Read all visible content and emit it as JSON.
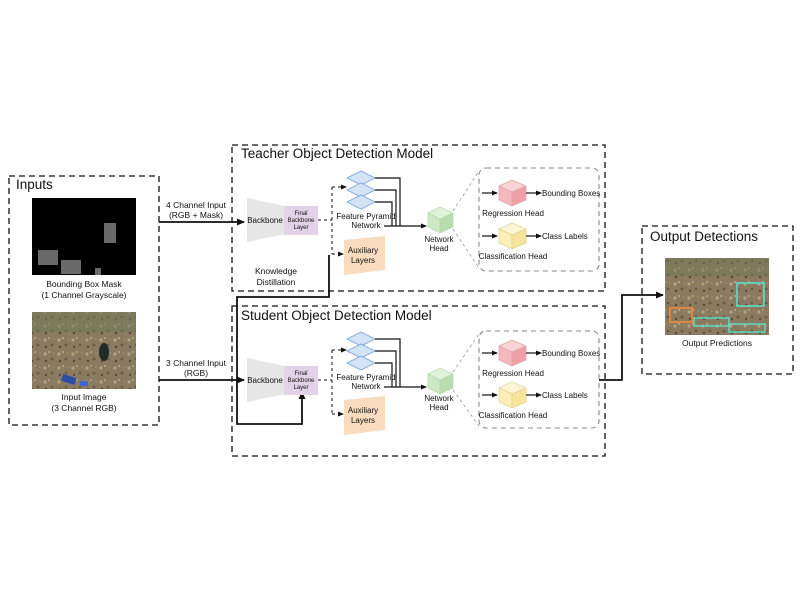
{
  "inputs": {
    "title": "Inputs",
    "mask_label_1": "Bounding Box Mask",
    "mask_label_2": "(1 Channel Grayscale)",
    "image_label_1": "Input Image",
    "image_label_2": "(3 Channel RGB)"
  },
  "teacher": {
    "title": "Teacher Object Detection Model",
    "input_label_1": "4 Channel Input",
    "input_label_2": "(RGB + Mask)",
    "backbone": "Backbone",
    "final_layer": [
      "Final",
      "Backbone",
      "Layer"
    ],
    "fpn": [
      "Feature Pyramid",
      "Network"
    ],
    "aux": [
      "Auxiliary",
      "Layers"
    ],
    "head": [
      "Network",
      "Head"
    ],
    "regression_head": "Regression Head",
    "classification_head": "Classification Head",
    "bounding_boxes": "Bounding Boxes",
    "class_labels": "Class Labels"
  },
  "distillation": [
    "Knowledge",
    "Distillation"
  ],
  "student": {
    "title": "Student Object Detection Model",
    "input_label_1": "3 Channel Input",
    "input_label_2": "(RGB)",
    "backbone": "Backbone",
    "final_layer": [
      "Final",
      "Backbone",
      "Layer"
    ],
    "fpn": [
      "Feature Pyramid",
      "Network"
    ],
    "aux": [
      "Auxiliary",
      "Layers"
    ],
    "head": [
      "Network",
      "Head"
    ],
    "regression_head": "Regression Head",
    "classification_head": "Classification Head",
    "bounding_boxes": "Bounding Boxes",
    "class_labels": "Class Labels"
  },
  "output": {
    "title": "Output Detections",
    "label": "Output Predictions"
  },
  "colors": {
    "backbone": "#e6e6e6",
    "final_layer": "#e2d3e8",
    "fpn_fill": "#d4e4f7",
    "fpn_stroke": "#7aa3d9",
    "aux": "#f9dbbd",
    "head": "#cce8c4",
    "regression": "#f4b8bd",
    "classification": "#fbeeb8"
  }
}
